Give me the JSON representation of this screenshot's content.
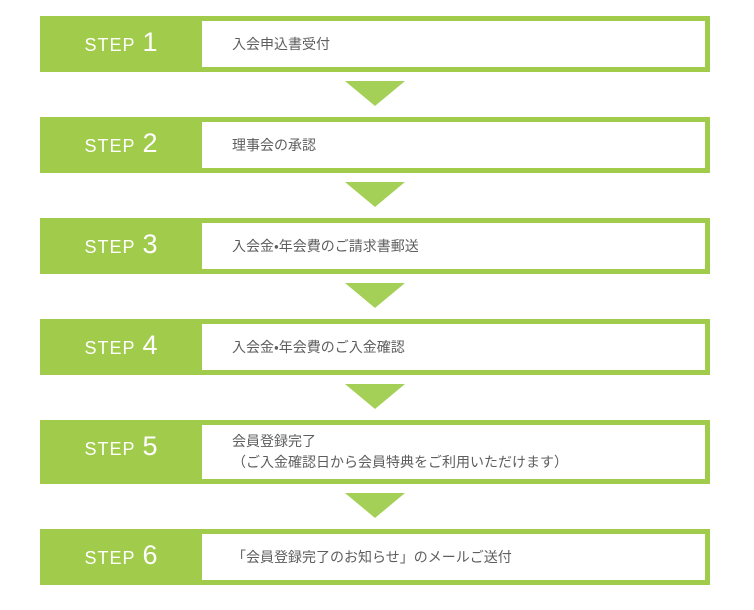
{
  "colors": {
    "green": "#a1cb4b",
    "arrow_green": "#a5d058",
    "text_gray": "#5e5e5e",
    "step_text": "#ffffff",
    "box_white": "#ffffff"
  },
  "diagram": {
    "type": "vertical-step-flow",
    "step_count": 6,
    "arrow_icon": "down-triangle"
  },
  "steps": [
    {
      "step_word": "STEP",
      "step_number": "1",
      "lines": [
        "入会申込書受付"
      ]
    },
    {
      "step_word": "STEP",
      "step_number": "2",
      "lines": [
        "理事会の承認"
      ]
    },
    {
      "step_word": "STEP",
      "step_number": "3",
      "lines": [
        "入会金・年会費のご請求書郵送"
      ]
    },
    {
      "step_word": "STEP",
      "step_number": "4",
      "lines": [
        "入会金・年会費のご入金確認"
      ]
    },
    {
      "step_word": "STEP",
      "step_number": "5",
      "lines": [
        "会員登録完了",
        "（ご入金確認日から会員特典をご利用いただけます）"
      ]
    },
    {
      "step_word": "STEP",
      "step_number": "6",
      "lines": [
        "「会員登録完了のお知らせ」のメールご送付"
      ]
    }
  ]
}
